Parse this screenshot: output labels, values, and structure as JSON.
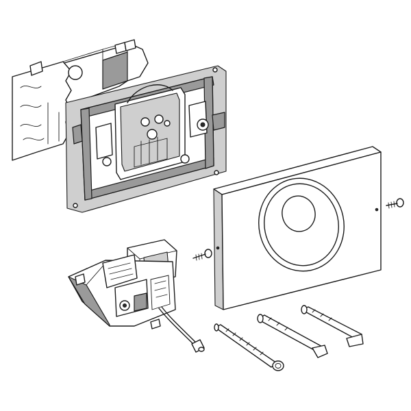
{
  "figure": {
    "background": "#ffffff",
    "line_color": "#1a1a1a",
    "fill_gray": "#9a9a9a",
    "fill_light": "#cfcfcf",
    "parts": [
      "mounting-bracket",
      "mounting-frame",
      "actuator-cover-plate",
      "screw",
      "electronic-module",
      "actuating-rod"
    ]
  }
}
